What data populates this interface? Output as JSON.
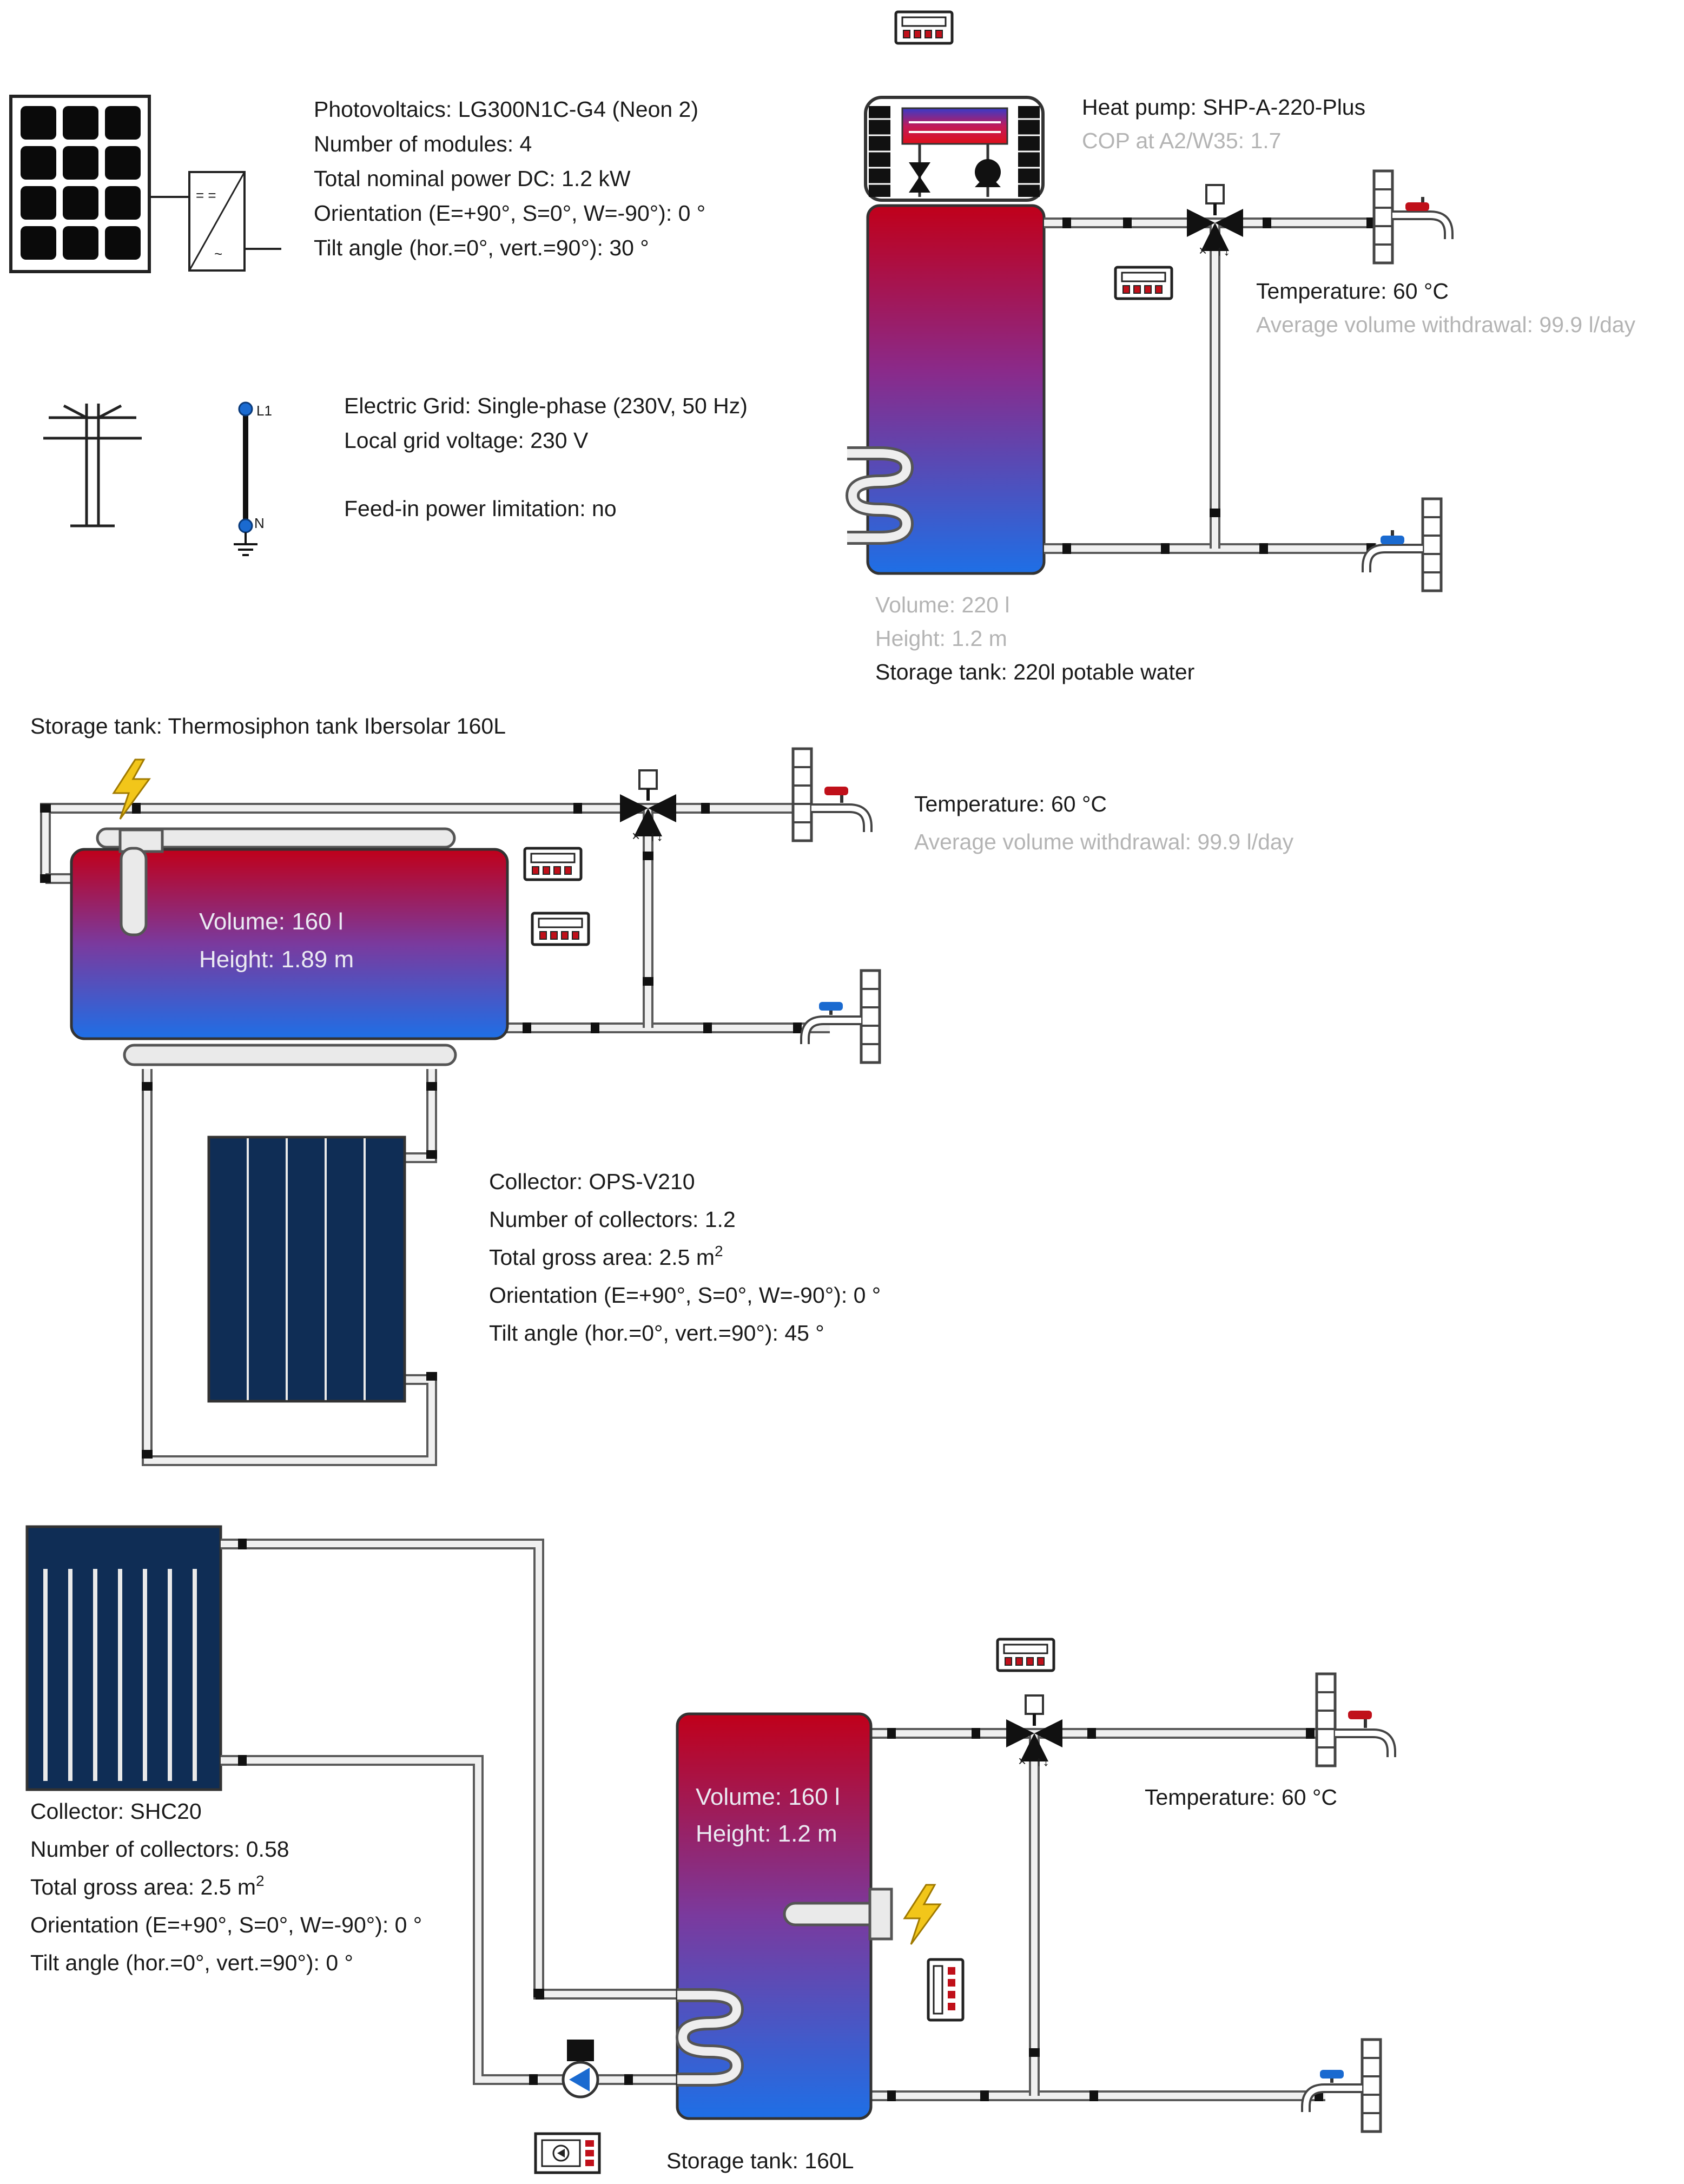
{
  "colors": {
    "tank_top": "#c0001a",
    "tank_mid": "#7a3a9e",
    "tank_bottom": "#1e6fe6",
    "collector_fill": "#0f2d55",
    "hot_valve": "#c0101a",
    "cold_valve": "#1a6ad0",
    "lightning": "#f2c61a",
    "node_blue": "#1a6ad0"
  },
  "pv": {
    "title": "Photovoltaics: LG300N1C-G4 (Neon 2)",
    "modules": "Number of modules: 4",
    "power": "Total nominal power DC: 1.2 kW",
    "orientation": "Orientation (E=+90°, S=0°, W=-90°): 0 °",
    "tilt": "Tilt angle (hor.=0°, vert.=90°): 30 °",
    "icons": [
      "pv-module-icon",
      "inverter-icon"
    ]
  },
  "grid": {
    "title": "Electric Grid: Single-phase (230V, 50 Hz)",
    "voltage": "Local grid voltage: 230 V",
    "feed_in": "Feed-in power limitation: no",
    "l1": "L1",
    "n": "N",
    "icons": [
      "power-pylon-icon",
      "ground-icon"
    ]
  },
  "heat_pump": {
    "title": "Heat pump: SHP-A-220-Plus",
    "cop": "COP at A2/W35: 1.7",
    "tank_volume": "Volume: 220 l",
    "tank_height": "Height: 1.2 m",
    "tank_name": "Storage tank: 220l potable water",
    "dhw_temp": "Temperature: 60 °C",
    "dhw_withdrawal": "Average volume withdrawal: 99.9 l/day"
  },
  "thermosiphon": {
    "tank_name": "Storage tank: Thermosiphon tank Ibersolar 160L",
    "tank_volume": "Volume: 160 l",
    "tank_height": "Height: 1.89 m",
    "dhw_temp": "Temperature: 60 °C",
    "dhw_withdrawal": "Average volume withdrawal: 99.9 l/day",
    "collector_title": "Collector: OPS-V210",
    "collector_count": "Number of collectors: 1.2",
    "collector_area_prefix": "Total gross area: 2.5 m",
    "collector_area_unit": "2",
    "collector_orientation": "Orientation (E=+90°, S=0°, W=-90°): 0 °",
    "collector_tilt": "Tilt angle (hor.=0°, vert.=90°): 45 °"
  },
  "forced": {
    "collector_title": "Collector: SHC20",
    "collector_count": "Number of collectors: 0.58",
    "collector_area_prefix": "Total gross area: 2.5 m",
    "collector_area_unit": "2",
    "collector_orientation": "Orientation (E=+90°, S=0°, W=-90°): 0 °",
    "collector_tilt": "Tilt angle (hor.=0°, vert.=90°): 0 °",
    "tank_volume": "Volume: 160 l",
    "tank_height": "Height: 1.2 m",
    "tank_name": "Storage tank: 160L",
    "dhw_temp": "Temperature: 60 °C"
  },
  "icon_names": [
    "controller-icon",
    "mixing-valve-icon",
    "hot-tap-icon",
    "cold-tap-icon",
    "heating-coil-icon",
    "electric-heater-icon",
    "circulation-pump-icon",
    "pump-controller-icon"
  ]
}
